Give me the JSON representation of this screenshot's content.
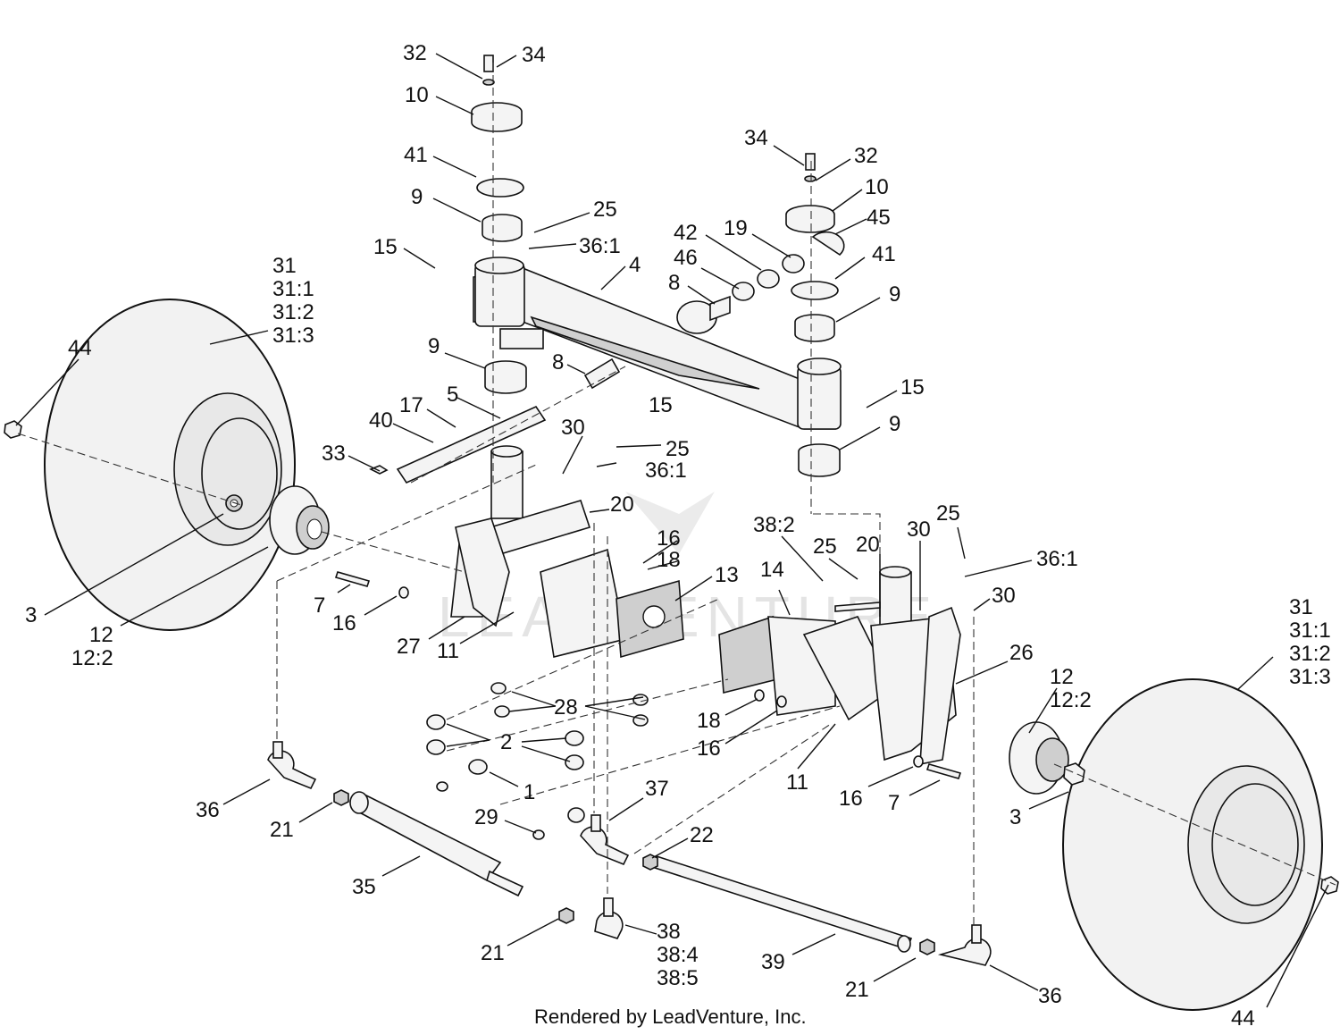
{
  "footer": "Rendered by LeadVenture, Inc.",
  "watermark": "LEADVENTURE",
  "callouts": [
    {
      "text": "32"
    },
    {
      "text": "34"
    },
    {
      "text": "10"
    },
    {
      "text": "41"
    },
    {
      "text": "9"
    },
    {
      "text": "25"
    },
    {
      "text": "36:1"
    },
    {
      "text": "15"
    },
    {
      "text": "4"
    },
    {
      "text": "34"
    },
    {
      "text": "32"
    },
    {
      "text": "10"
    },
    {
      "text": "42"
    },
    {
      "text": "19"
    },
    {
      "text": "45"
    },
    {
      "text": "46"
    },
    {
      "text": "41"
    },
    {
      "text": "8"
    },
    {
      "text": "9"
    },
    {
      "text": "31"
    },
    {
      "text": "31:1"
    },
    {
      "text": "31:2"
    },
    {
      "text": "31:3"
    },
    {
      "text": "44"
    },
    {
      "text": "9"
    },
    {
      "text": "8"
    },
    {
      "text": "15"
    },
    {
      "text": "5"
    },
    {
      "text": "17"
    },
    {
      "text": "15"
    },
    {
      "text": "40"
    },
    {
      "text": "30"
    },
    {
      "text": "9"
    },
    {
      "text": "25"
    },
    {
      "text": "33"
    },
    {
      "text": "36:1"
    },
    {
      "text": "20"
    },
    {
      "text": "38:2"
    },
    {
      "text": "25"
    },
    {
      "text": "20"
    },
    {
      "text": "30"
    },
    {
      "text": "25"
    },
    {
      "text": "16"
    },
    {
      "text": "36:1"
    },
    {
      "text": "18"
    },
    {
      "text": "13"
    },
    {
      "text": "14"
    },
    {
      "text": "30"
    },
    {
      "text": "3"
    },
    {
      "text": "7"
    },
    {
      "text": "16"
    },
    {
      "text": "31"
    },
    {
      "text": "31:1"
    },
    {
      "text": "31:2"
    },
    {
      "text": "31:3"
    },
    {
      "text": "12"
    },
    {
      "text": "12:2"
    },
    {
      "text": "27"
    },
    {
      "text": "11"
    },
    {
      "text": "26"
    },
    {
      "text": "12"
    },
    {
      "text": "12:2"
    },
    {
      "text": "28"
    },
    {
      "text": "18"
    },
    {
      "text": "2"
    },
    {
      "text": "16"
    },
    {
      "text": "11"
    },
    {
      "text": "1"
    },
    {
      "text": "37"
    },
    {
      "text": "16"
    },
    {
      "text": "7"
    },
    {
      "text": "36"
    },
    {
      "text": "3"
    },
    {
      "text": "21"
    },
    {
      "text": "29"
    },
    {
      "text": "22"
    },
    {
      "text": "35"
    },
    {
      "text": "38"
    },
    {
      "text": "38:4"
    },
    {
      "text": "21"
    },
    {
      "text": "39"
    },
    {
      "text": "38:5"
    },
    {
      "text": "21"
    },
    {
      "text": "36"
    },
    {
      "text": "44"
    }
  ]
}
